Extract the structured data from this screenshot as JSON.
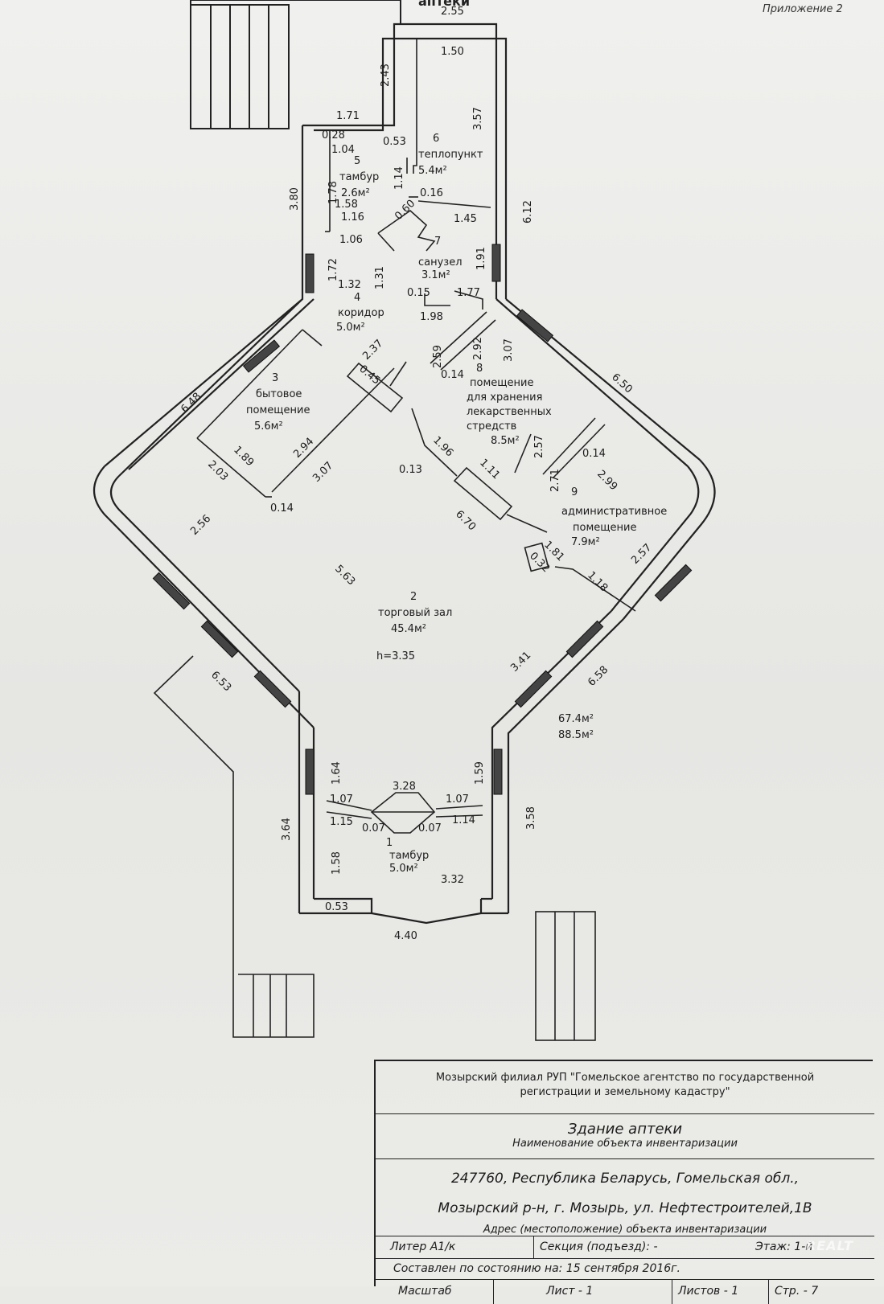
{
  "header": {
    "appendix": "Приложение 2",
    "top_title": "аптеки"
  },
  "rooms": [
    {
      "num": "1",
      "name": "тамбур",
      "area": "5.0м²"
    },
    {
      "num": "2",
      "name": "торговый зал",
      "area": "45.4м²",
      "height": "h=3.35"
    },
    {
      "num": "3",
      "name_l1": "бытовое",
      "name_l2": "помещение",
      "area": "5.6м²"
    },
    {
      "num": "4",
      "name": "коридор",
      "area": "5.0м²"
    },
    {
      "num": "5",
      "name": "тамбур",
      "area": "2.6м²"
    },
    {
      "num": "6",
      "name": "теплопункт",
      "area": "5.4м²"
    },
    {
      "num": "7",
      "name": "санузел",
      "area": "3.1м²"
    },
    {
      "num": "8",
      "name_l1": "помещение",
      "name_l2": "для хранения",
      "name_l3": "лекарственных",
      "name_l4": "стредств",
      "area": "8.5м²"
    },
    {
      "num": "9",
      "name_l1": "административное",
      "name_l2": "помещение",
      "area": "7.9м²"
    }
  ],
  "totals": {
    "area1": "67.4м²",
    "area2": "88.5м²"
  },
  "dims": {
    "d255": "2.55",
    "d150": "1.50",
    "d243": "2.43",
    "d357": "3.57",
    "d171": "1.71",
    "d028": "0.28",
    "d053a": "0.53",
    "d104": "1.04",
    "d114": "1.14",
    "d016": "0.16",
    "d380": "3.80",
    "d178": "1.78",
    "d158a": "1.58",
    "d116": "1.16",
    "d060": "0.60",
    "d145": "1.45",
    "d612": "6.12",
    "d106": "1.06",
    "d172": "1.72",
    "d131": "1.31",
    "d191": "1.91",
    "d132": "1.32",
    "d015": "0.15",
    "d177": "1.77",
    "d198": "1.98",
    "d259": "2.59",
    "d292": "2.92",
    "d307a": "3.07",
    "d237": "2.37",
    "d014a": "0.14",
    "d648": "6.48",
    "d650": "6.50",
    "d045": "0.45",
    "d189": "1.89",
    "d294": "2.94",
    "d203": "2.03",
    "d307b": "3.07",
    "d014b": "0.14",
    "d257a": "2.57",
    "d014c": "0.14",
    "d196": "1.96",
    "d013": "0.13",
    "d111": "1.11",
    "d271": "2.71",
    "d299": "2.99",
    "d256": "2.56",
    "d670": "6.70",
    "d181": "1.81",
    "d032": "0.32",
    "d257b": "2.57",
    "d563": "5.63",
    "d118": "1.18",
    "d653": "6.53",
    "d341": "3.41",
    "d658": "6.58",
    "d164": "1.64",
    "d159": "1.59",
    "d328": "3.28",
    "d364": "3.64",
    "d107a": "1.07",
    "d107b": "1.07",
    "d115": "1.15",
    "d007a": "0.07",
    "d007b": "0.07",
    "d114b": "1.14",
    "d358": "3.58",
    "d158b": "1.58",
    "d332": "3.32",
    "d053b": "0.53",
    "d440": "4.40"
  },
  "title_block": {
    "org_l1": "Мозырский филиал РУП \"Гомельское агентство по государственной",
    "org_l2": "регистрации и земельному кадастру\"",
    "object_name": "Здание аптеки",
    "object_caption": "Наименование объекта инвентаризации",
    "address_l1": "247760, Республика Беларусь, Гомельская обл.,",
    "address_l2": "Мозырский р-н, г. Мозырь, ул. Нефтестроителей,1В",
    "address_caption": "Адрес (местоположение) объекта инвентаризации",
    "liter": "Литер А1/к",
    "section": "Секция (подъезд): -",
    "floor": "Этаж: 1-й",
    "date_label": "Составлен по состоянию на:",
    "date": "15 сентября 2016г.",
    "scale": "Масштаб",
    "sheet": "Лист - 1",
    "sheets": "Листов - 1",
    "page": "Стр. - 7",
    "watermark": "REALT"
  }
}
